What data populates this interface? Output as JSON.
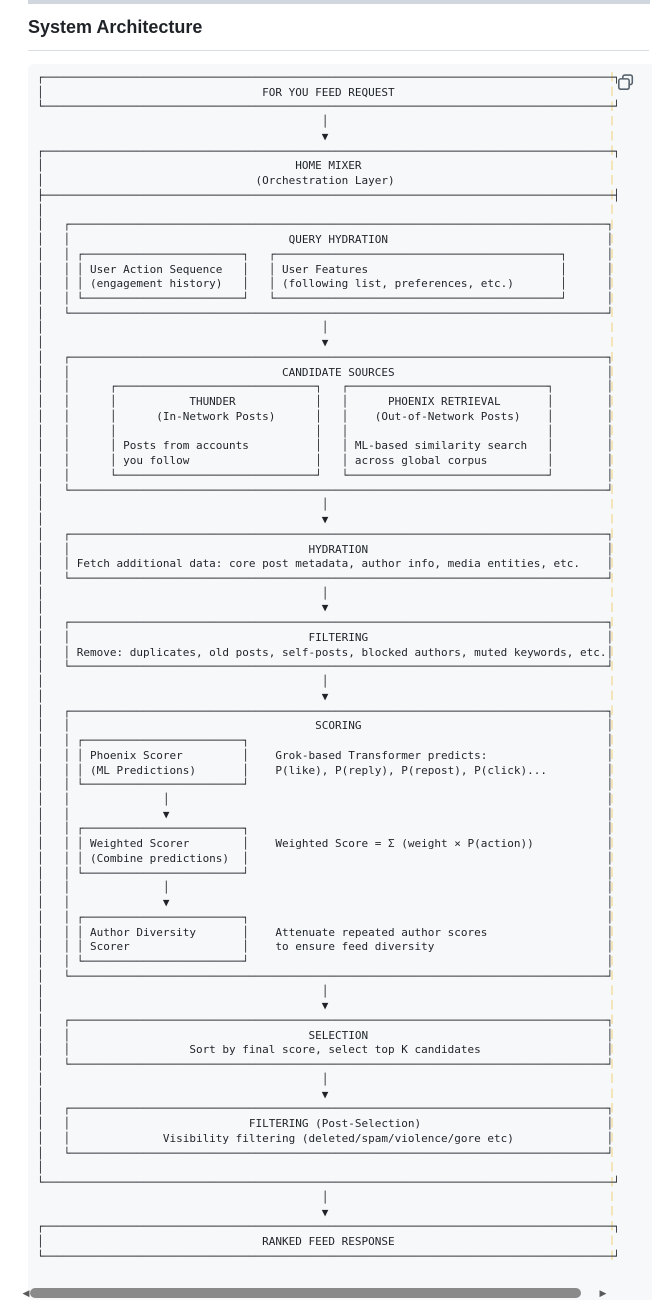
{
  "header": {
    "title": "System Architecture"
  },
  "code": {
    "diagram_lines": [
      "┌──────────────────────────────────────────────────────────────────────────────────────┐",
      "│                                 FOR YOU FEED REQUEST",
      "└──────────────────────────────────────────────────────────────────────────────────────┘",
      "                                           │",
      "                                           ▼",
      "┌──────────────────────────────────────────────────────────────────────────────────────┐",
      "│                                      HOME MIXER",
      "│                                (Orchestration Layer)",
      "├──────────────────────────────────────────────────────────────────────────────────────┤",
      "│",
      "│   ┌─────────────────────────────────────────────────────────────────────────────────┐",
      "│   │                                 QUERY HYDRATION                                 │",
      "│   │ ┌────────────────────────┐   ┌───────────────────────────────────────────┐      │",
      "│   │ │ User Action Sequence   │   │ User Features                             │      │",
      "│   │ │ (engagement history)   │   │ (following list, preferences, etc.)       │      │",
      "│   │ └────────────────────────┘   └───────────────────────────────────────────┘      │",
      "│   └─────────────────────────────────────────────────────────────────────────────────┘",
      "│                                          │",
      "│                                          ▼",
      "│   ┌─────────────────────────────────────────────────────────────────────────────────┐",
      "│   │                                CANDIDATE SOURCES                                │",
      "│   │      ┌──────────────────────────────┐   ┌──────────────────────────────┐        │",
      "│   │      │           THUNDER            │   │      PHOENIX RETRIEVAL       │        │",
      "│   │      │      (In-Network Posts)      │   │    (Out-of-Network Posts)    │        │",
      "│   │      │                              │   │                              │        │",
      "│   │      │ Posts from accounts          │   │ ML-based similarity search   │        │",
      "│   │      │ you follow                   │   │ across global corpus         │        │",
      "│   │      └──────────────────────────────┘   └──────────────────────────────┘        │",
      "│   └─────────────────────────────────────────────────────────────────────────────────┘",
      "│                                          │",
      "│                                          ▼",
      "│   ┌─────────────────────────────────────────────────────────────────────────────────┐",
      "│   │                                    HYDRATION                                    │",
      "│   │ Fetch additional data: core post metadata, author info, media entities, etc.    │",
      "│   └─────────────────────────────────────────────────────────────────────────────────┘",
      "│                                          │",
      "│                                          ▼",
      "│   ┌─────────────────────────────────────────────────────────────────────────────────┐",
      "│   │                                    FILTERING                                    │",
      "│   │ Remove: duplicates, old posts, self-posts, blocked authors, muted keywords, etc.│",
      "│   └─────────────────────────────────────────────────────────────────────────────────┘",
      "│                                          │",
      "│                                          ▼",
      "│   ┌─────────────────────────────────────────────────────────────────────────────────┐",
      "│   │                                     SCORING                                     │",
      "│   │ ┌────────────────────────┐                                                      │",
      "│   │ │ Phoenix Scorer         │    Grok-based Transformer predicts:                  │",
      "│   │ │ (ML Predictions)       │    P(like), P(reply), P(repost), P(click)...         │",
      "│   │ └────────────────────────┘                                                      │",
      "│   │              │                                                                  │",
      "│   │              ▼                                                                  │",
      "│   │ ┌────────────────────────┐                                                      │",
      "│   │ │ Weighted Scorer        │    Weighted Score = Σ (weight × P(action))           │",
      "│   │ │ (Combine predictions)  │                                                      │",
      "│   │ └────────────────────────┘                                                      │",
      "│   │              │                                                                  │",
      "│   │              ▼                                                                  │",
      "│   │ ┌────────────────────────┐                                                      │",
      "│   │ │ Author Diversity       │    Attenuate repeated author scores                  │",
      "│   │ │ Scorer                 │    to ensure feed diversity                          │",
      "│   │ └────────────────────────┘                                                      │",
      "│   └─────────────────────────────────────────────────────────────────────────────────┘",
      "│                                          │",
      "│                                          ▼",
      "│   ┌─────────────────────────────────────────────────────────────────────────────────┐",
      "│   │                                    SELECTION                                    │",
      "│   │                  Sort by final score, select top K candidates                   │",
      "│   └─────────────────────────────────────────────────────────────────────────────────┘",
      "│                                          │",
      "│                                          ▼",
      "│   ┌─────────────────────────────────────────────────────────────────────────────────┐",
      "│   │                           FILTERING (Post-Selection)                            │",
      "│   │              Visibility filtering (deleted/spam/violence/gore etc)              │",
      "│   └─────────────────────────────────────────────────────────────────────────────────┘",
      "│",
      "└──────────────────────────────────────────────────────────────────────────────────────┘",
      "                                           │",
      "                                           ▼",
      "┌──────────────────────────────────────────────────────────────────────────────────────┐",
      "│                                 RANKED FEED RESPONSE",
      "└──────────────────────────────────────────────────────────────────────────────────────┘"
    ]
  },
  "scrollbar": {
    "left_arrow": "◀",
    "right_arrow": "▶"
  },
  "colors": {
    "divider": "#d0d7de",
    "heading_rule": "#d8dee4",
    "code_background": "#f6f8fa",
    "diagram_text": "#1f2328",
    "column_ruler": "#f3e4ba",
    "scrollbar_thumb": "#8a8a8a"
  }
}
